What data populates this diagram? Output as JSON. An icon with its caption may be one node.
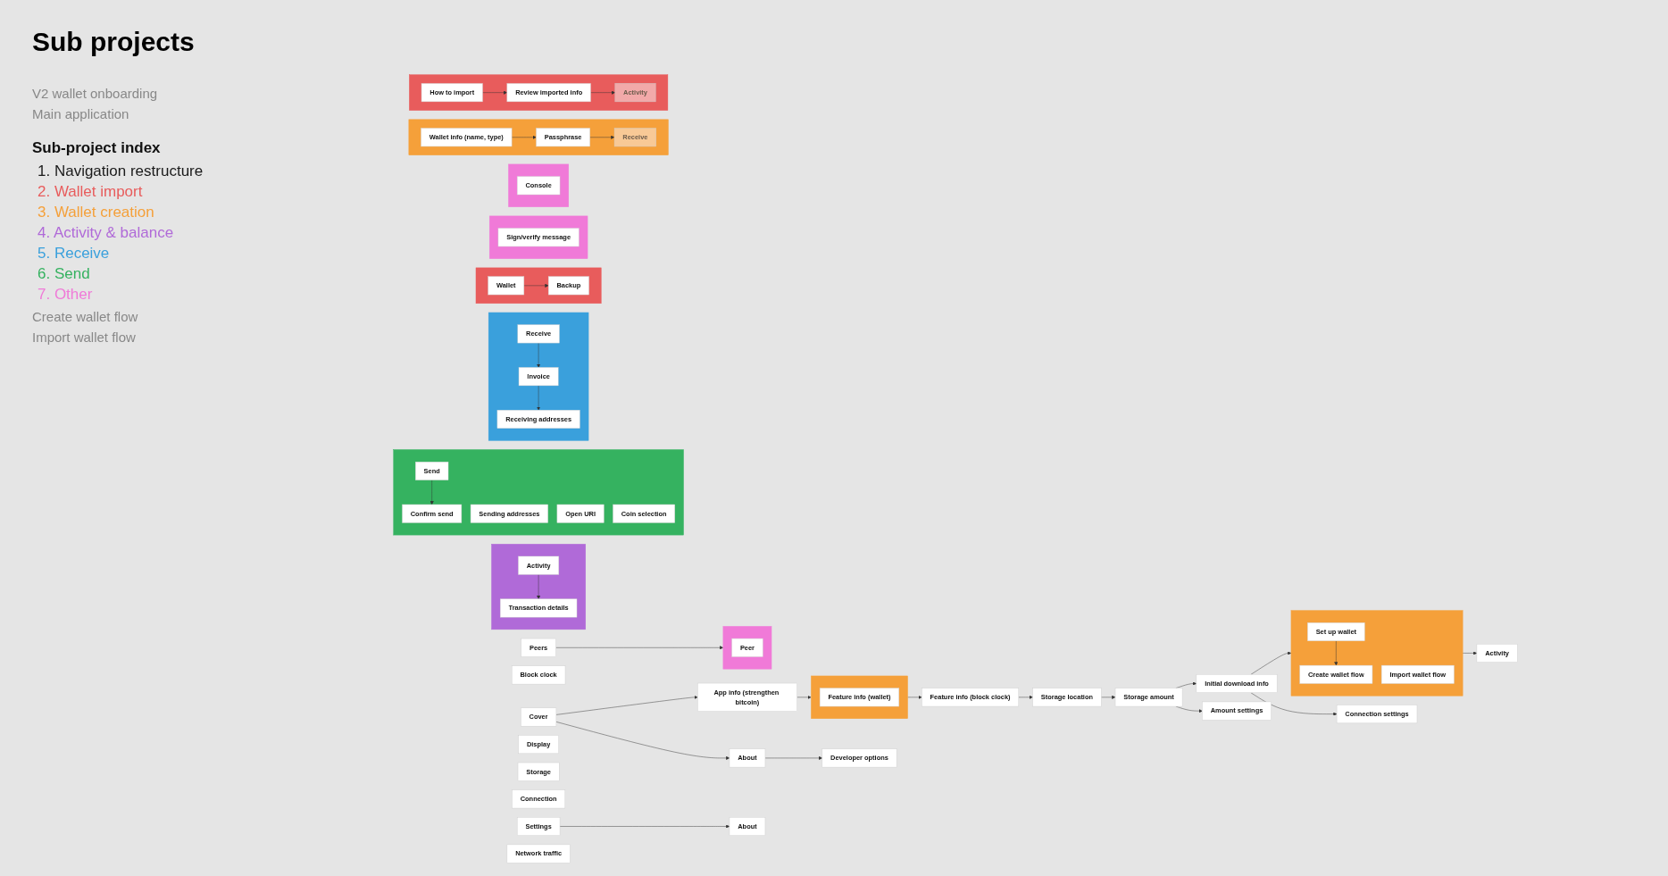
{
  "diagram": {
    "title": "Sub projects",
    "nodes": [
      {
        "text": [
          "Cover"
        ]
      },
      {
        "text": [
          "App info (strengthen bitcoin)"
        ]
      },
      {
        "text": [],
        "shape": "box"
      },
      {
        "text": [
          "Feature info (wallet)"
        ],
        "in": 2
      },
      {
        "text": [
          "Feature info (block clock)"
        ]
      },
      {
        "text": [
          "Storage location"
        ]
      },
      {
        "text": [
          "Storage amount"
        ]
      },
      {
        "text": [
          "Initial download info"
        ]
      },
      {
        "text": [],
        "shape": "box"
      },
      {
        "text": [
          "Set up wallet"
        ],
        "in": 8
      },
      {
        "text": [
          "Create wallet flow"
        ],
        "in": 8
      },
      {
        "text": [
          "Import wallet flow"
        ],
        "in": 8
      },
      {
        "text": [
          "Activity"
        ]
      },
      {
        "text": [
          "About"
        ]
      },
      {
        "text": [
          "Developer options"
        ]
      },
      {
        "text": [
          "Amount settings"
        ]
      },
      {
        "text": [
          "Connection settings"
        ]
      },
      {
        "text": [],
        "shape": "box"
      },
      {
        "text": [
          "Activity"
        ],
        "in": 17
      },
      {
        "text": [
          "Transaction details"
        ],
        "in": 17
      },
      {
        "text": [],
        "shape": "box"
      },
      {
        "text": [
          "Send"
        ],
        "in": 20
      },
      {
        "text": [
          "Confirm send"
        ],
        "in": 20
      },
      {
        "text": [
          "Sending addresses"
        ],
        "in": 20
      },
      {
        "text": [
          "Open URI"
        ],
        "in": 20
      },
      {
        "text": [
          "Coin selection"
        ],
        "in": 20
      },
      {
        "text": [],
        "shape": "box"
      },
      {
        "text": [
          "Receive"
        ],
        "in": 26
      },
      {
        "text": [
          "Invoice"
        ],
        "in": 26
      },
      {
        "text": [
          "Receiving addresses"
        ],
        "in": 26
      },
      {
        "text": [
          "Block clock"
        ]
      },
      {
        "text": [
          "Settings"
        ]
      },
      {
        "text": [
          "About"
        ]
      },
      {
        "text": [
          "Display"
        ]
      },
      {
        "text": [
          "Storage"
        ]
      },
      {
        "text": [
          "Connection"
        ]
      },
      {
        "text": [
          "Peers"
        ]
      },
      {
        "text": [],
        "shape": "box"
      },
      {
        "text": [
          "Peer"
        ],
        "in": 37
      },
      {
        "text": [
          "Network traffic"
        ]
      },
      {
        "text": [],
        "shape": "box"
      },
      {
        "text": [
          "Wallet"
        ],
        "in": 40
      },
      {
        "text": [
          "Backup"
        ],
        "in": 40
      },
      {
        "text": [],
        "shape": "box"
      },
      {
        "text": [
          "Sign/verify message"
        ],
        "in": 43
      },
      {
        "text": [],
        "shape": "box"
      },
      {
        "text": [
          "Console"
        ],
        "in": 45
      },
      {
        "text": [],
        "shape": "box"
      },
      {
        "text": [
          "Wallet info (name, type)"
        ],
        "in": 47
      },
      {
        "text": [
          "Passphrase"
        ],
        "in": 47
      },
      {
        "text": [
          "Receive"
        ],
        "in": 47
      },
      {
        "text": [],
        "shape": "box"
      },
      {
        "text": [
          "How to import"
        ],
        "in": 51
      },
      {
        "text": [
          "Review imported info"
        ],
        "in": 51
      },
      {
        "text": [
          "Activity"
        ],
        "in": 51
      }
    ],
    "edges": [
      {
        "from": 0,
        "to": 1,
        "arrow": "to"
      },
      {
        "from": 1,
        "to": 2,
        "arrow": "to"
      },
      {
        "from": 2,
        "to": 4,
        "arrow": "to"
      },
      {
        "from": 4,
        "to": 5,
        "arrow": "to"
      },
      {
        "from": 5,
        "to": 6,
        "arrow": "to"
      },
      {
        "from": 6,
        "to": 7,
        "arrow": "to"
      },
      {
        "from": 7,
        "to": 8,
        "arrow": "to"
      },
      {
        "from": 8,
        "to": 12,
        "arrow": "to"
      },
      {
        "from": 0,
        "to": 13,
        "arrow": "to"
      },
      {
        "from": 13,
        "to": 14,
        "arrow": "to"
      },
      {
        "from": 6,
        "to": 15,
        "arrow": "to"
      },
      {
        "from": 7,
        "to": 16,
        "arrow": "to"
      },
      {
        "from": 9,
        "to": 10,
        "arrow": "to"
      },
      {
        "from": 18,
        "to": 19,
        "arrow": "to"
      },
      {
        "from": 21,
        "to": 22,
        "arrow": "to"
      },
      {
        "from": 27,
        "to": 28,
        "arrow": "to"
      },
      {
        "from": 28,
        "to": 29,
        "arrow": "to"
      },
      {
        "from": 31,
        "to": 32,
        "arrow": "to"
      },
      {
        "from": 36,
        "to": 37,
        "arrow": "to"
      },
      {
        "from": 41,
        "to": 42,
        "arrow": "to"
      },
      {
        "from": 48,
        "to": 49,
        "arrow": "to"
      },
      {
        "from": 49,
        "to": 50,
        "arrow": "to"
      },
      {
        "from": 52,
        "to": 53,
        "arrow": "to"
      },
      {
        "from": 53,
        "to": 54,
        "arrow": "to"
      }
    ],
    "labels": [
      "V2 wallet onboarding",
      "Main application",
      "Sub-project index",
      "Create wallet flow",
      "Import wallet flow"
    ],
    "legend": [
      {
        "text": "1. Navigation restructure",
        "color": "#1a1a1a"
      },
      {
        "text": "2. Wallet import",
        "color": "#e85c5c"
      },
      {
        "text": "3. Wallet creation",
        "color": "#f5a03a"
      },
      {
        "text": "4. Activity & balance",
        "color": "#b06ad8"
      },
      {
        "text": "5. Receive",
        "color": "#3aa0dc"
      },
      {
        "text": "6. Send",
        "color": "#35b260"
      },
      {
        "text": "7. Other",
        "color": "#f07ad8"
      }
    ]
  }
}
